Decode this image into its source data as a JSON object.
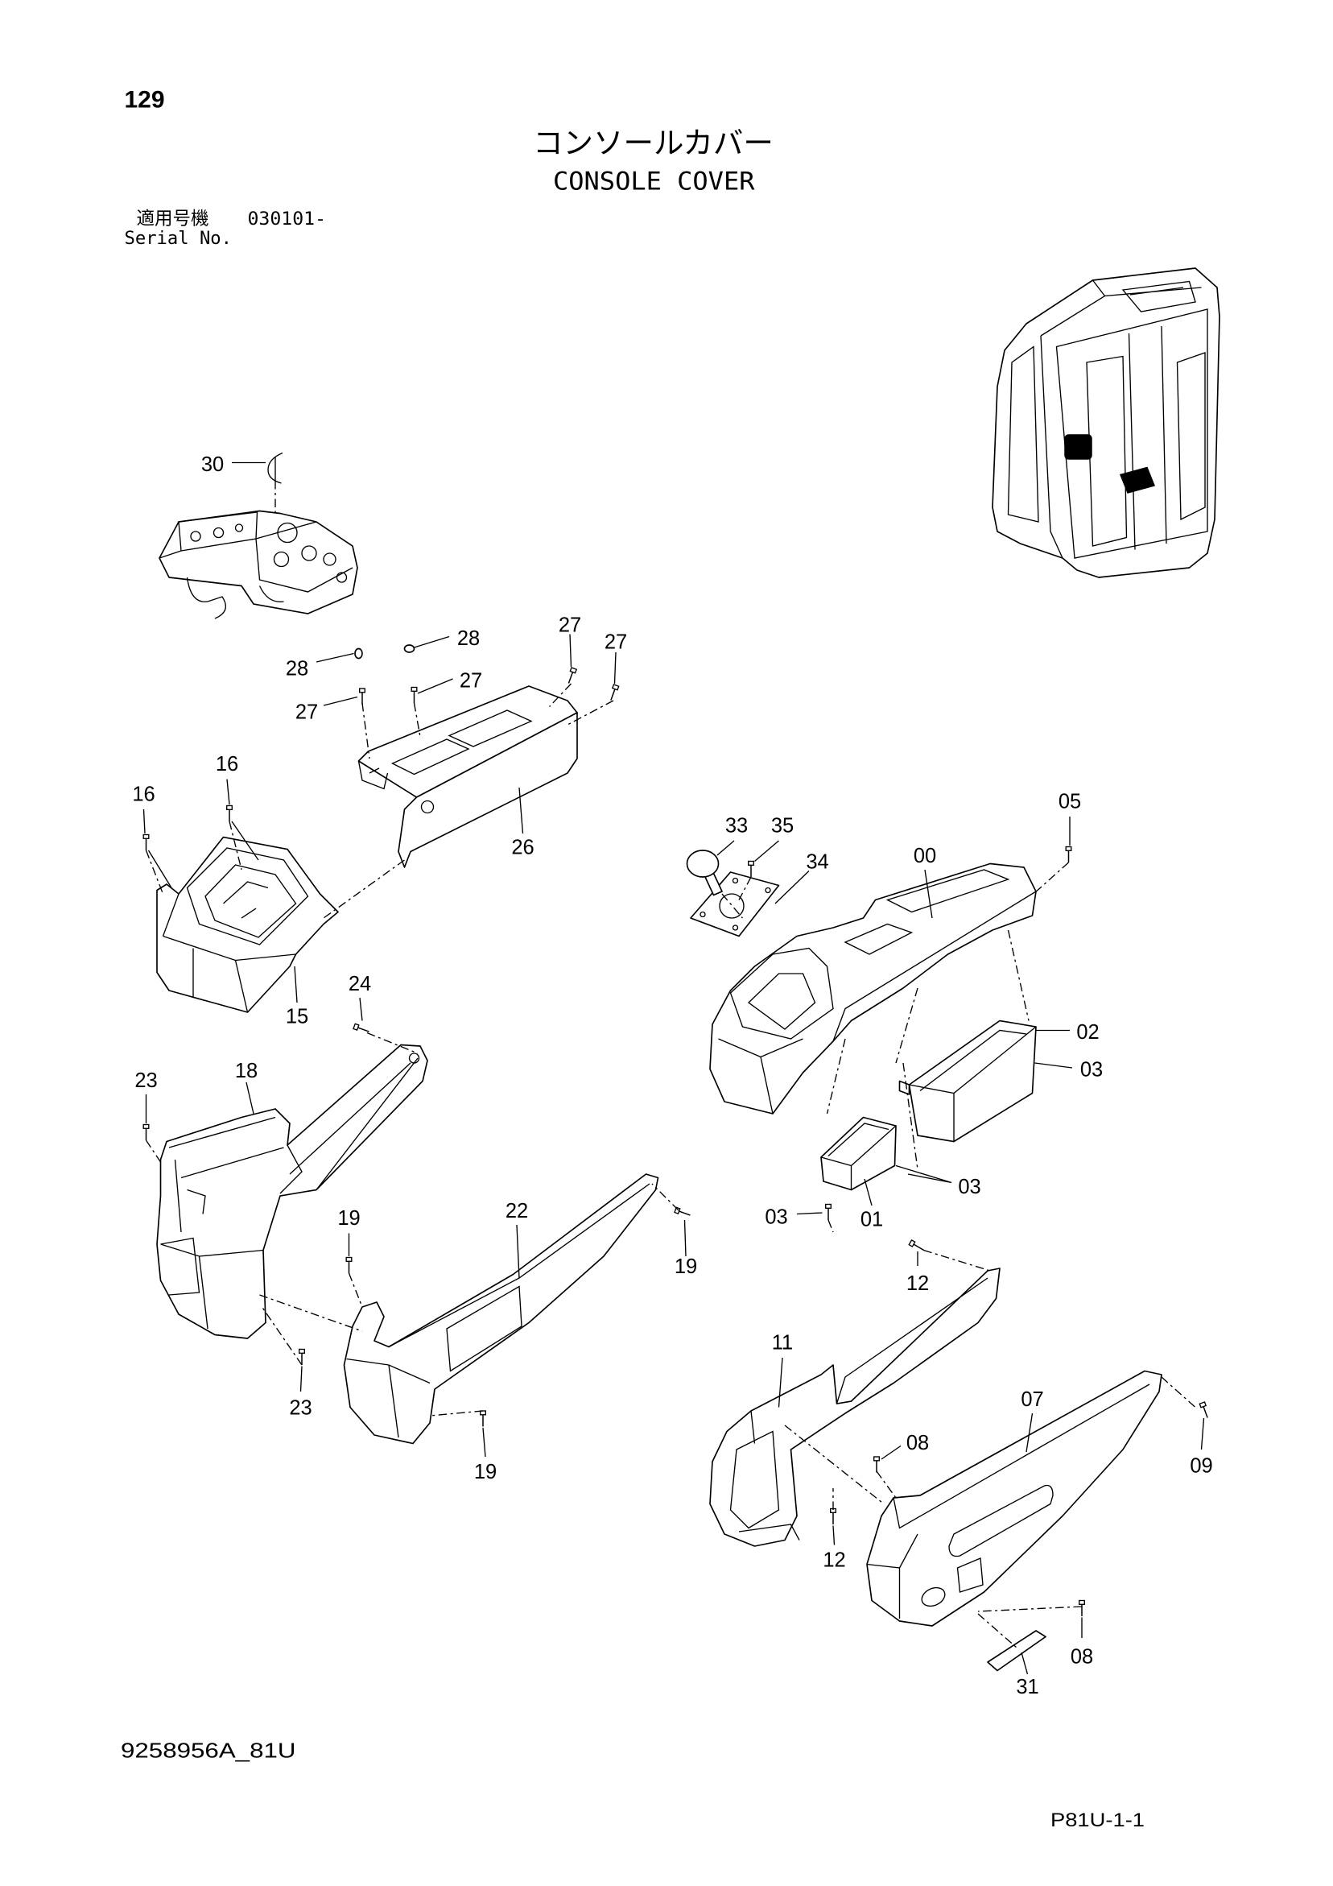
{
  "page_number": "129",
  "title_jp": "コンソールカバー",
  "title_en": "CONSOLE COVER",
  "serial": {
    "label_jp": "適用号機",
    "value": "030101-",
    "label_en": "Serial No."
  },
  "doc_code": "9258956A_81U",
  "page_code": "P81U-1-1",
  "callouts": [
    "30",
    "28",
    "28",
    "27",
    "27",
    "27",
    "27",
    "16",
    "16",
    "26",
    "15",
    "33",
    "35",
    "34",
    "00",
    "05",
    "24",
    "23",
    "18",
    "02",
    "03",
    "03",
    "03",
    "01",
    "19",
    "22",
    "19",
    "12",
    "11",
    "23",
    "19",
    "07",
    "08",
    "09",
    "12",
    "08",
    "31"
  ]
}
